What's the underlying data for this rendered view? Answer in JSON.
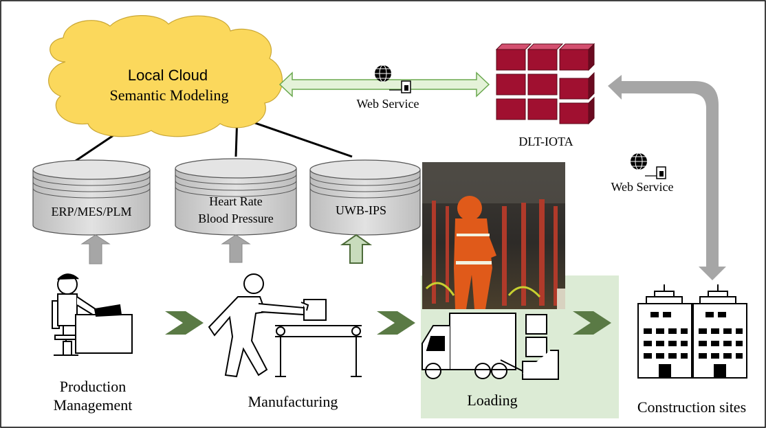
{
  "cloud": {
    "title": "Local Cloud",
    "subtitle": "Semantic Modeling"
  },
  "web_service_top": {
    "label": "Web Service",
    "icon": "globe-terminal-icon"
  },
  "web_service_right": {
    "label": "Web Service",
    "icon": "globe-terminal-icon"
  },
  "dlt": {
    "label": "DLT-IOTA",
    "icon": "brick-wall-icon"
  },
  "databases": [
    {
      "line1": "ERP/MES/PLM",
      "line2": ""
    },
    {
      "line1": "Heart Rate",
      "line2": "Blood Pressure"
    },
    {
      "line1": "UWB-IPS",
      "line2": ""
    }
  ],
  "stages": {
    "production_line1": "Production",
    "production_line2": "Management",
    "manufacturing": "Manufacturing",
    "loading": "Loading",
    "construction": "Construction sites"
  },
  "colors": {
    "cloud_fill": "#fbd85c",
    "link_fill": "#e4f2d8",
    "link_stroke": "#6aa84f",
    "brick": "#a01030",
    "db_fill": "#d0d0d0",
    "chevron": "#5a7a45",
    "loading_panel": "#dcebd5",
    "grey_arrow": "#a6a6a6"
  }
}
